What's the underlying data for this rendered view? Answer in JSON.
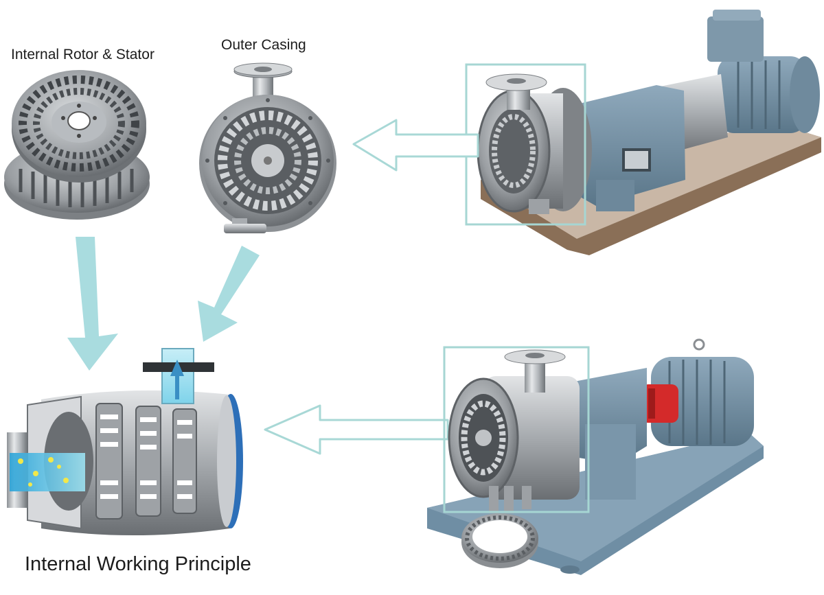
{
  "labels": {
    "rotor_stator": "Internal Rotor & Stator",
    "outer_casing": "Outer Casing",
    "working_principle": "Internal Working Principle"
  },
  "colors": {
    "arrow_fill": "#a9dcdf",
    "arrow_outline": "#a8d8d6",
    "highlight_box": "#a6d6d3",
    "pump_blue": "#6f8fa6",
    "steel": "#c4c8cc",
    "motor_red": "#d42a2a",
    "casing_edge_blue": "#2d6fb8"
  }
}
